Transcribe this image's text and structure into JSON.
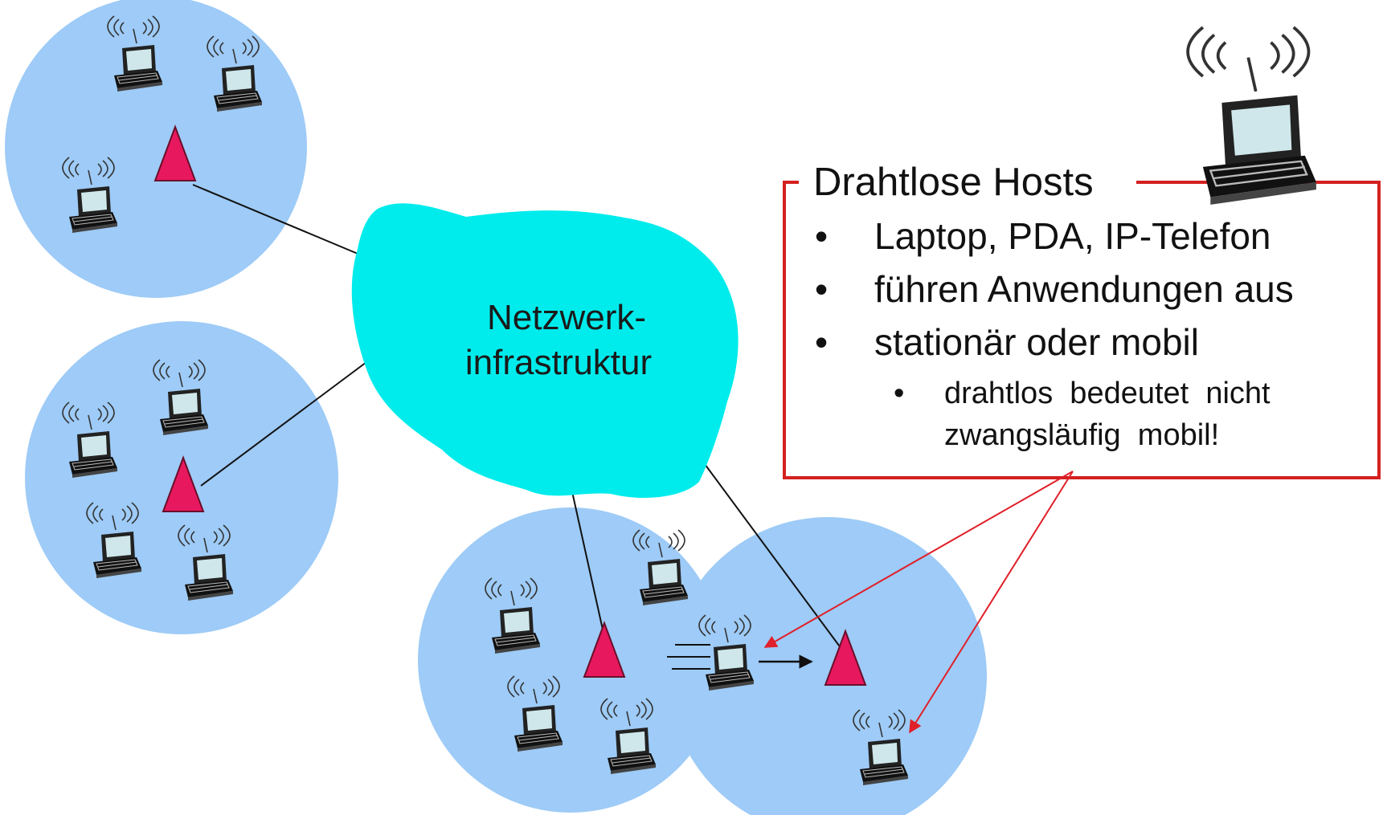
{
  "diagram": {
    "cloud": {
      "line1": "Netzwerk-",
      "line2": "infrastruktur"
    },
    "info_box": {
      "title": "Drahtlose Hosts",
      "bullets": [
        "Laptop, PDA, IP-Telefon",
        "führen Anwendungen aus",
        "stationär oder mobil"
      ],
      "sub_bullet": {
        "line1": "drahtlos  bedeutet  nicht",
        "line2": "zwangsläufig  mobil!"
      },
      "bullet_glyph": "•"
    },
    "colors": {
      "cell": "#9ecbf7",
      "cloud": "#00ecec",
      "base_station": "#e8185f",
      "box_border": "#d42020",
      "arrow": "#e0202a"
    },
    "icons": {
      "laptop": "laptop-icon",
      "base_station": "base-station-icon",
      "signal": "wireless-signal-icon"
    }
  }
}
